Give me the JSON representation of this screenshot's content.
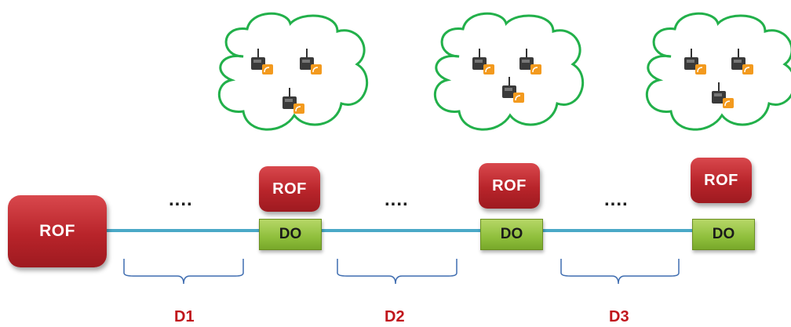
{
  "rof_label": "ROF",
  "do_label": "DO",
  "dots_label": "....",
  "segments": [
    {
      "label": "D1"
    },
    {
      "label": "D2"
    },
    {
      "label": "D3"
    }
  ],
  "colors": {
    "rof": "#b8242a",
    "do": "#8fbf3c",
    "fiber": "#4aa9c7",
    "cloud_outline": "#22b04a",
    "brace": "#3f6db0",
    "segment_label": "#c0161c"
  },
  "icons": [
    "cloud-icon",
    "wireless-device-icon",
    "brace-icon"
  ]
}
